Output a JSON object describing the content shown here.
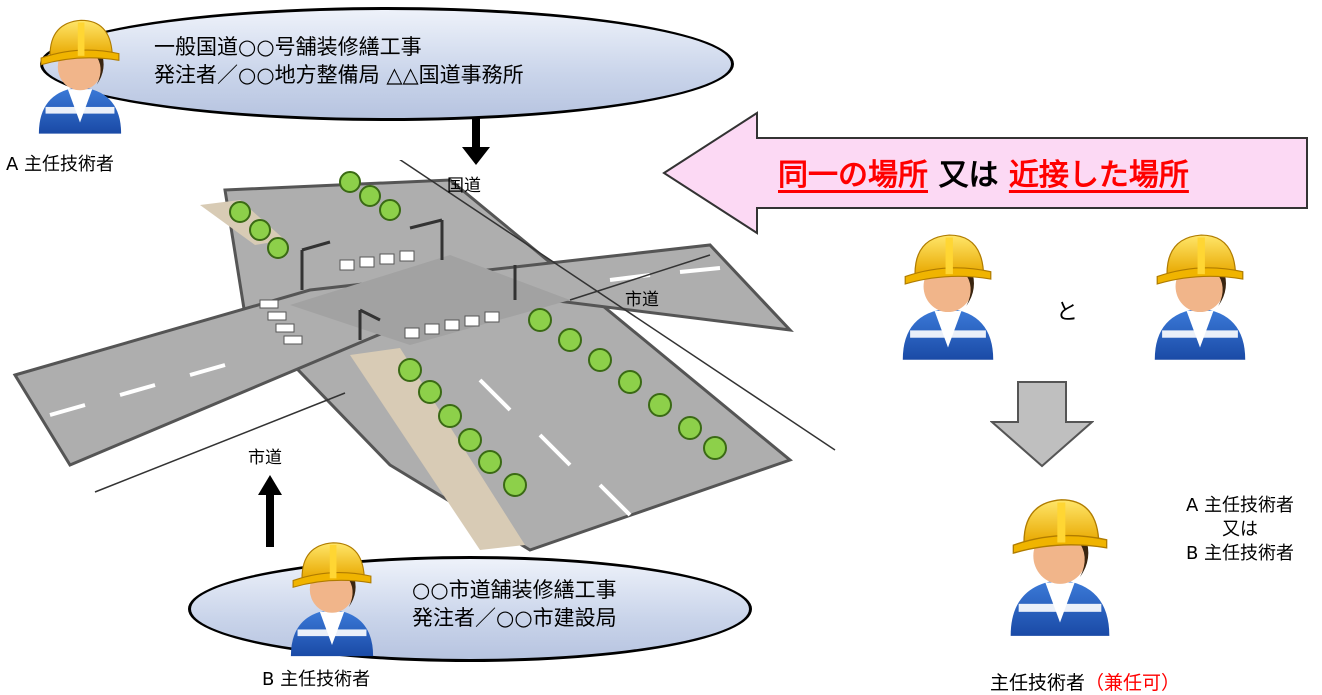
{
  "bubble_a": {
    "line1": "一般国道○○号舗装修繕工事",
    "line2": "発注者／○○地方整備局 △△国道事務所"
  },
  "bubble_b": {
    "line1": "○○市道舗装修繕工事",
    "line2": "発注者／○○市建設局"
  },
  "labels": {
    "engineer_a": "A 主任技術者",
    "engineer_b": "B 主任技術者",
    "kokudo": "国道",
    "shido_right": "市道",
    "shido_left": "市道",
    "to": "と"
  },
  "big_arrow": {
    "part1": "同一の場所",
    "middle": " 又は ",
    "part2": "近接した場所"
  },
  "result": {
    "line1": "A 主任技術者",
    "line2": "又は",
    "line3": "B 主任技術者",
    "caption_prefix": "主任技術者",
    "caption_open": "（",
    "caption_red": "兼任可",
    "caption_close": "）"
  },
  "colors": {
    "bubble_fill": "#c9d4ea",
    "arrow_fill": "#fcd9f4",
    "accent_red": "#ff0000",
    "down_arrow_fill": "#bfbfbf",
    "helmet": "#f5c400",
    "vest": "#1d56b8"
  }
}
